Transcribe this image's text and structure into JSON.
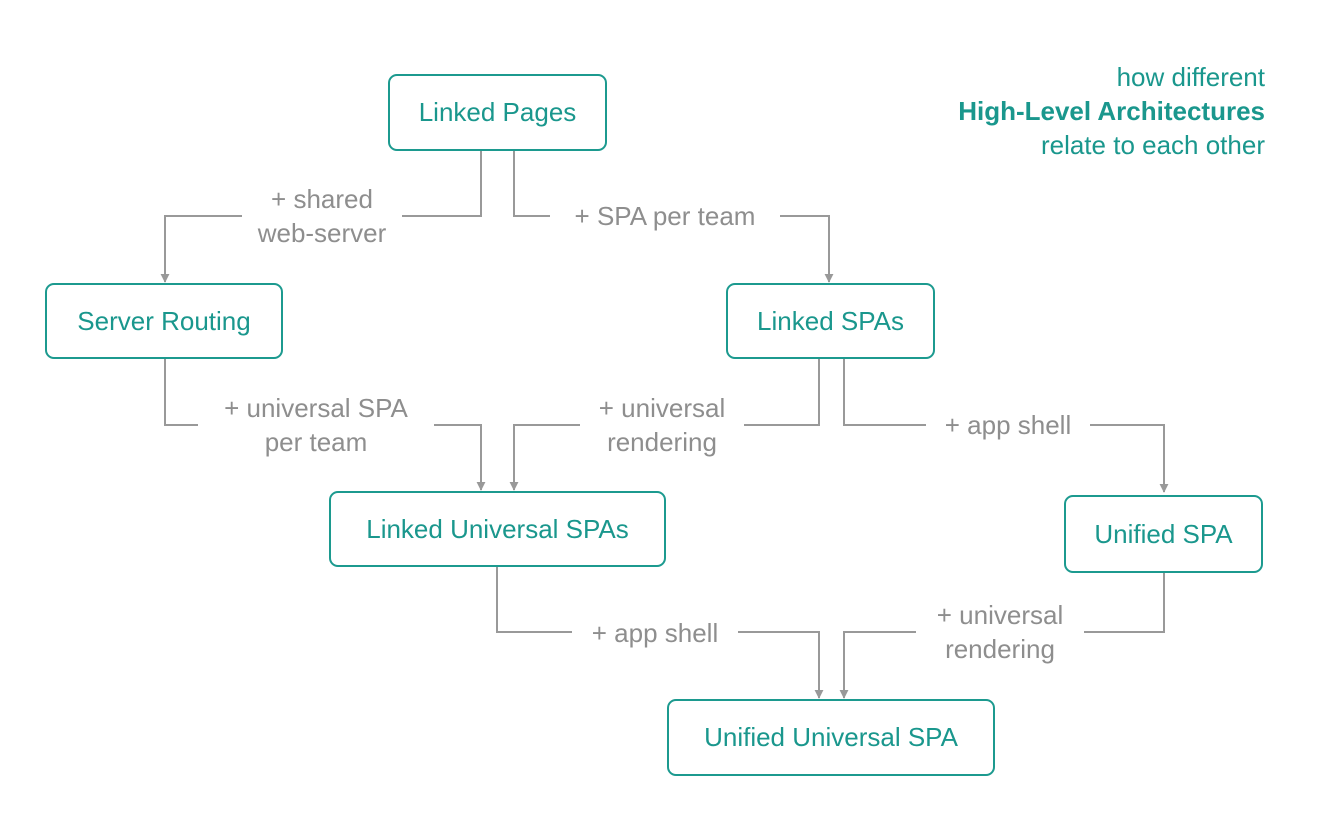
{
  "colors": {
    "accent": "#1a978d",
    "line": "#999999",
    "label": "#8e8e8e"
  },
  "legend": {
    "line1": "how different",
    "line2": "High-Level Architectures",
    "line3": "relate to each other"
  },
  "nodes": {
    "linked_pages": "Linked Pages",
    "server_routing": "Server Routing",
    "linked_spas": "Linked SPAs",
    "linked_universal_spas": "Linked Universal SPAs",
    "unified_spa": "Unified SPA",
    "unified_universal_spa": "Unified Universal SPA"
  },
  "edges": {
    "shared_web_server": [
      "+ shared",
      "web-server"
    ],
    "spa_per_team": [
      "+ SPA per team"
    ],
    "universal_spa_per_team": [
      "+ universal SPA",
      "per team"
    ],
    "universal_rendering_a": [
      "+ universal",
      "rendering"
    ],
    "app_shell_a": [
      "+ app shell"
    ],
    "app_shell_b": [
      "+ app shell"
    ],
    "universal_rendering_b": [
      "+ universal",
      "rendering"
    ]
  }
}
